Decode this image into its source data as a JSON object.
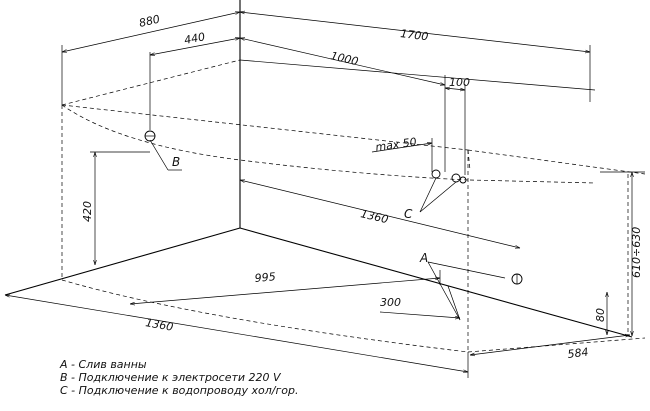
{
  "dimensions": {
    "length_top": "1700",
    "width_top": "880",
    "inner_offset": "440",
    "drain_offset": "1000",
    "faucet_spacing": "100",
    "faucet_max": "max 50",
    "inner_length": "1360",
    "floor_length": "1360",
    "floor_offset": "995",
    "drain_offset_side": "300",
    "outlet_height": "420",
    "tub_height": "610÷630",
    "leg_height": "80",
    "tub_depth": "584"
  },
  "labels": {
    "drain": "A",
    "electric": "B",
    "water": "C"
  },
  "legend": [
    "A - Слив ванны",
    "B - Подключение к электросети 220 V",
    "C - Подключение к водопроводу хол/гор."
  ]
}
